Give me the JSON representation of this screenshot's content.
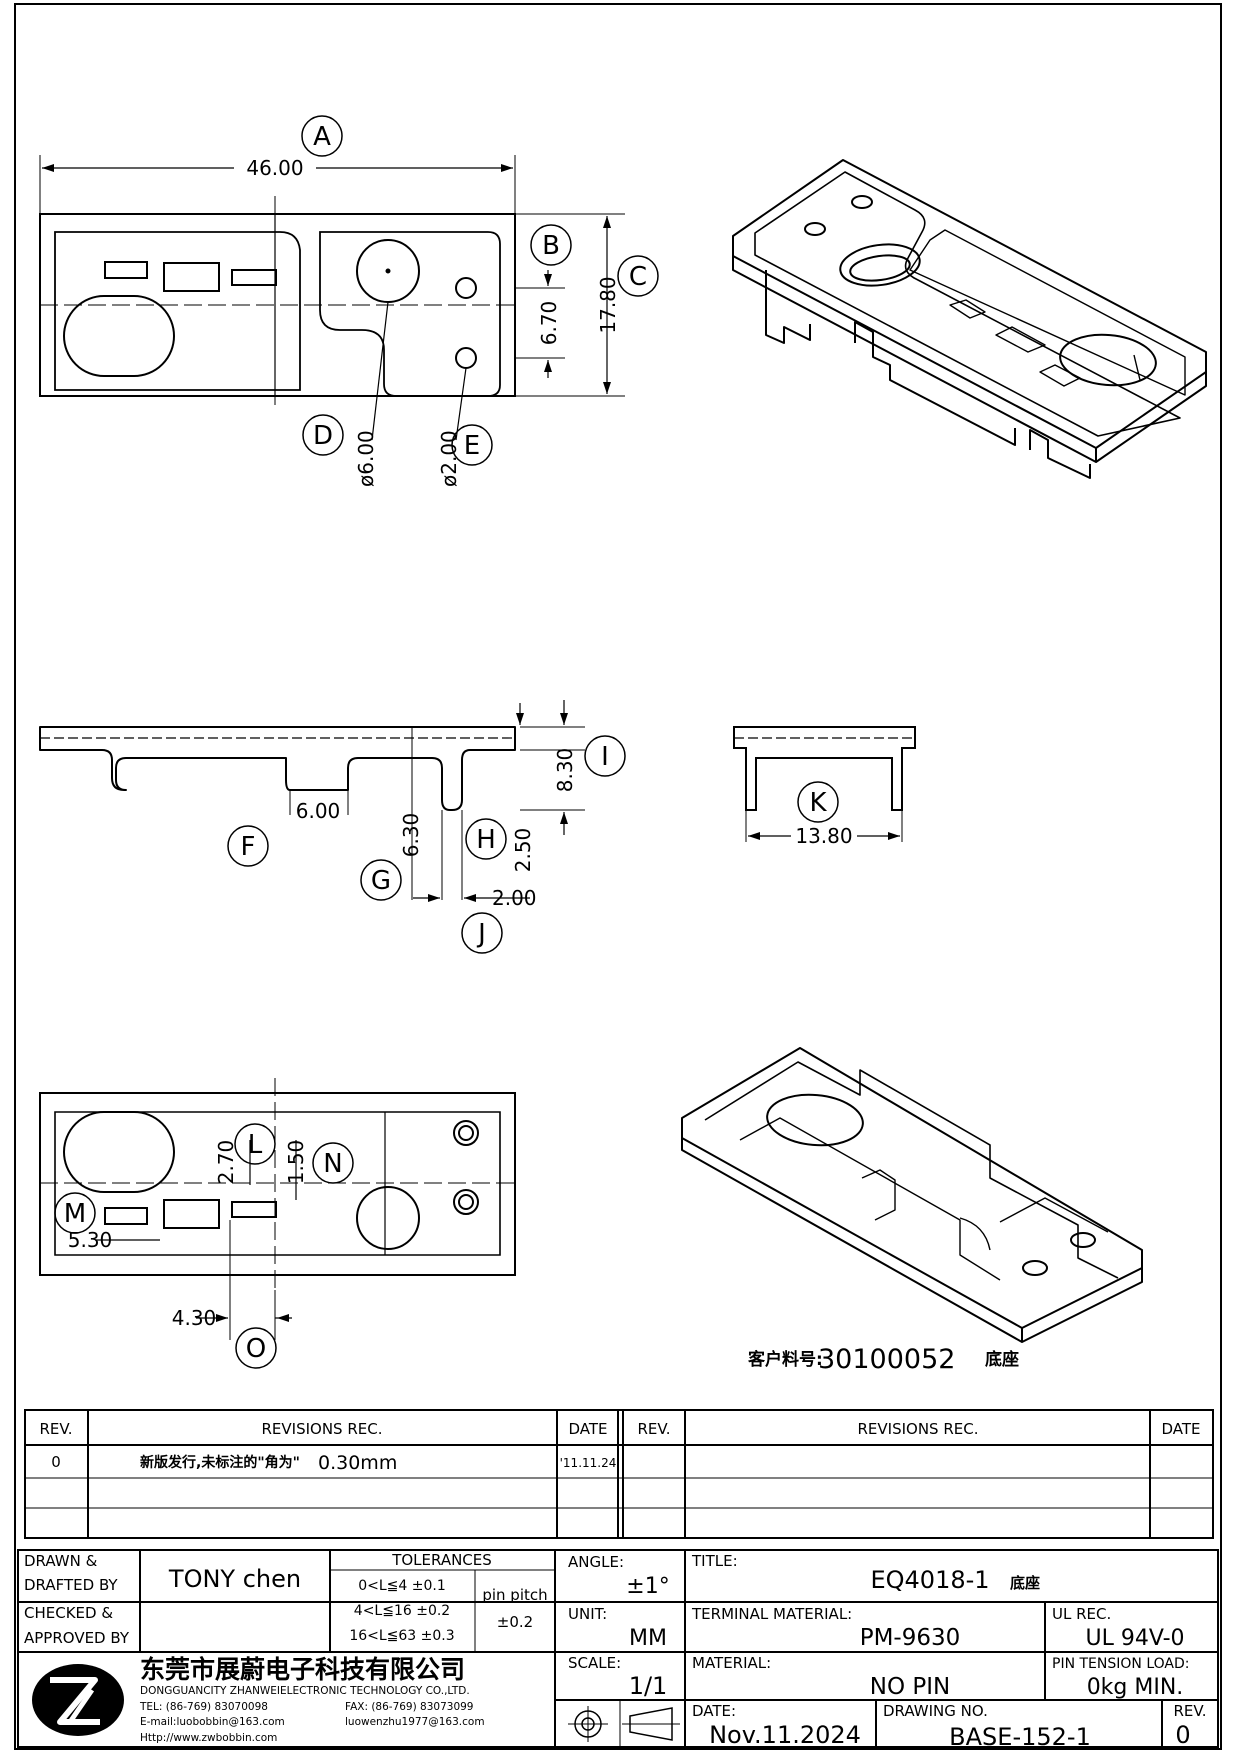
{
  "views": {
    "top": {
      "width_dim": "46.00",
      "height_dim": "17.80",
      "hole_offset_dim": "6.70",
      "big_hole_dia": "ø6.00",
      "small_hole_dia": "ø2.00",
      "labels": [
        "A",
        "B",
        "C",
        "D",
        "E"
      ]
    },
    "front": {
      "slot_width_dim": "6.00",
      "leg_height_dim": "6.30",
      "total_height_dim": "8.30",
      "plate_dim": "2.50",
      "foot_width_dim": "2.00",
      "labels": [
        "F",
        "G",
        "H",
        "I",
        "J"
      ]
    },
    "side": {
      "width_dim": "13.80",
      "label": "K"
    },
    "bottom": {
      "dim_2_70": "2.70",
      "dim_1_50": "1.50",
      "dim_5_30": "5.30",
      "dim_4_30": "4.30",
      "labels": [
        "L",
        "M",
        "N",
        "O"
      ]
    }
  },
  "customer_part": {
    "prefix": "客户料号:",
    "number": "30100052",
    "suffix": "底座"
  },
  "revisions": {
    "headers": {
      "rev": "REV.",
      "rec": "REVISIONS   REC.",
      "date": "DATE"
    },
    "rows": [
      {
        "rev": "0",
        "rec_cn": "新版发行,未标注的\"角为\"",
        "rec_val": "0.30mm",
        "date": "'11.11.24"
      }
    ]
  },
  "title_block": {
    "drawn_label_1": "DRAWN &",
    "drawn_label_2": "DRAFTED BY",
    "drawn_by": "TONY chen",
    "checked_label_1": "CHECKED &",
    "checked_label_2": "APPROVED BY",
    "tolerances_title": "TOLERANCES",
    "tol_rows": [
      "0<L≦4   ±0.1",
      "4<L≦16  ±0.2",
      "16<L≦63  ±0.3"
    ],
    "pin_pitch_label": "pin pitch",
    "pin_pitch_value": "±0.2",
    "angle_label": "ANGLE:",
    "angle_value": "±1°",
    "unit_label": "UNIT:",
    "unit_value": "MM",
    "scale_label": "SCALE:",
    "scale_value": "1/1",
    "title_label": "TITLE:",
    "title_value": "EQ4018-1",
    "title_suffix": "底座",
    "terminal_label": "TERMINAL MATERIAL:",
    "terminal_value": "PM-9630",
    "ul_label": "UL REC.",
    "ul_value": "UL 94V-0",
    "material_label": "MATERIAL:",
    "material_value": "NO PIN",
    "pin_tension_label": "PIN TENSION LOAD:",
    "pin_tension_value": "0kg  MIN.",
    "date_label": "DATE:",
    "date_value": "Nov.11.2024",
    "drawing_no_label": "DRAWING NO.",
    "drawing_no_value": "BASE-152-1",
    "rev_label": "REV.",
    "rev_value": "0",
    "company_cn": "东莞市展蔚电子科技有限公司",
    "company_en": "DONGGUANCITY ZHANWEIELECTRONIC TECHNOLOGY CO.,LTD.",
    "tel": "TEL: (86-769) 83070098",
    "fax": "FAX: (86-769) 83073099",
    "email1": "E-mail:luobobbin@163.com",
    "email2": "luowenzhu1977@163.com",
    "http": "Http://www.zwbobbin.com"
  }
}
